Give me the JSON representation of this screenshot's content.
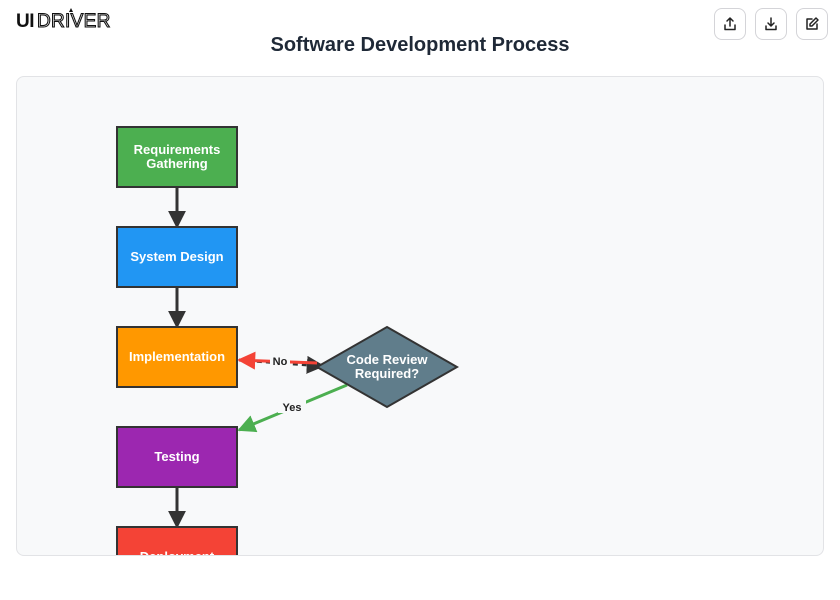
{
  "brand": {
    "logo_text": "UIDRIVER"
  },
  "toolbar": {
    "share_label": "share",
    "download_label": "download",
    "edit_label": "edit"
  },
  "diagram": {
    "title": "Software Development Process",
    "nodes": [
      {
        "id": "requirements",
        "shape": "rect",
        "lines": [
          "Requirements",
          "Gathering"
        ],
        "color": "#4caf50"
      },
      {
        "id": "design",
        "shape": "rect",
        "lines": [
          "System Design"
        ],
        "color": "#2196f3"
      },
      {
        "id": "implementation",
        "shape": "rect",
        "lines": [
          "Implementation"
        ],
        "color": "#ff9800"
      },
      {
        "id": "review",
        "shape": "diamond",
        "lines": [
          "Code Review",
          "Required?"
        ],
        "color": "#607d8b"
      },
      {
        "id": "testing",
        "shape": "rect",
        "lines": [
          "Testing"
        ],
        "color": "#9c27b0"
      },
      {
        "id": "deployment",
        "shape": "rect",
        "lines": [
          "Deployment"
        ],
        "color": "#f44336"
      }
    ],
    "edges": [
      {
        "from": "requirements",
        "to": "design",
        "label": ""
      },
      {
        "from": "design",
        "to": "implementation",
        "label": ""
      },
      {
        "from": "implementation",
        "to": "review",
        "label": ""
      },
      {
        "from": "review",
        "to": "implementation",
        "label": "No"
      },
      {
        "from": "review",
        "to": "testing",
        "label": "Yes"
      },
      {
        "from": "testing",
        "to": "deployment",
        "label": ""
      }
    ],
    "colors": {
      "node_border": "#333333",
      "edge_default": "#333333",
      "edge_no": "#f44336",
      "edge_yes": "#4caf50",
      "canvas_bg": "#f8f9fa"
    }
  }
}
